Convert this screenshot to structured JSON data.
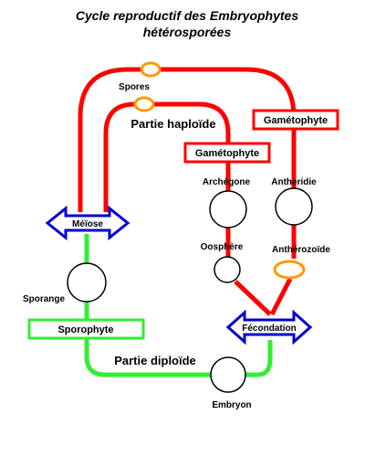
{
  "title": {
    "line1": "Cycle reproductif des Embryophytes",
    "line2": "hétérosporées"
  },
  "labels": {
    "spores": "Spores",
    "partie_haploide": "Partie haploïde",
    "partie_diploide": "Partie diploïde",
    "archegone": "Archégone",
    "antheridie": "Antheridie",
    "oosphere": "Oosphère",
    "antherozoide": "Anthérozoïde",
    "sporange": "Sporange",
    "embryon": "Embryon"
  },
  "boxes": {
    "gametophyte_male": "Gamétophyte",
    "gametophyte_female": "Gamétophyte",
    "sporophyte": "Sporophyte"
  },
  "arrows": {
    "meiose": "Méïose",
    "fecondation": "Fécondation"
  },
  "colors": {
    "haploid": "#ff0000",
    "diploid": "#33ee33",
    "spore_ring": "#ff9900",
    "process_arrow": "#0000cc"
  }
}
